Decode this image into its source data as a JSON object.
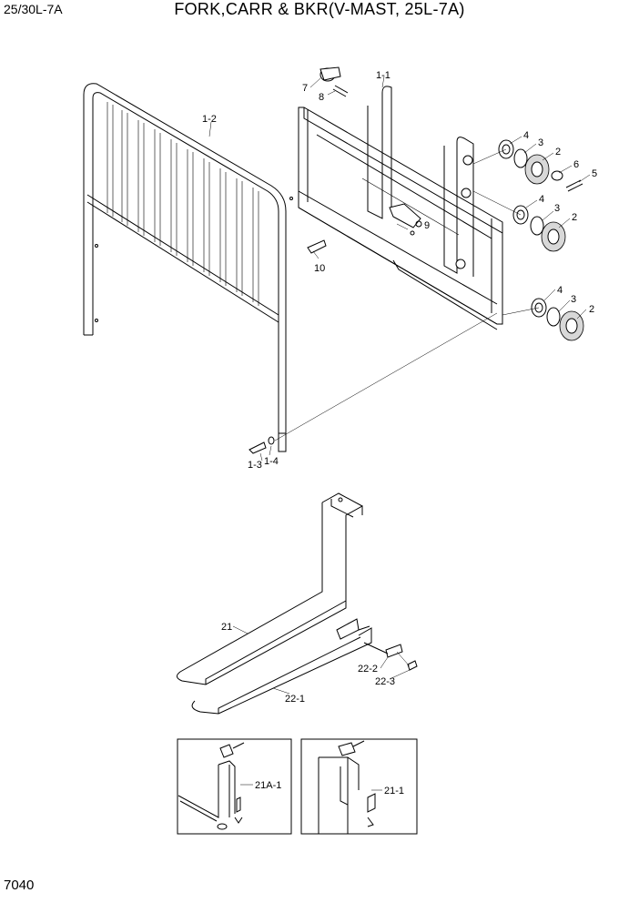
{
  "header": {
    "model": "25/30L-7A",
    "title": "FORK,CARR & BKR(V-MAST, 25L-7A)"
  },
  "footer": {
    "page_number": "7040"
  },
  "callouts": {
    "p7": "7",
    "p8": "8",
    "p1_1": "1-1",
    "p1_2": "1-2",
    "p4a": "4",
    "p3a": "3",
    "p2a": "2",
    "p6": "6",
    "p5": "5",
    "p4b": "4",
    "p3b": "3",
    "p2b": "2",
    "p9": "9",
    "p10": "10",
    "p4c": "4",
    "p3c": "3",
    "p2c": "2",
    "p1_3": "1-3",
    "p1_4": "1-4",
    "p21": "21",
    "p22_2": "22-2",
    "p22_3": "22-3",
    "p22_1": "22-1",
    "p21a_1": "21A-1",
    "p21_1": "21-1"
  }
}
